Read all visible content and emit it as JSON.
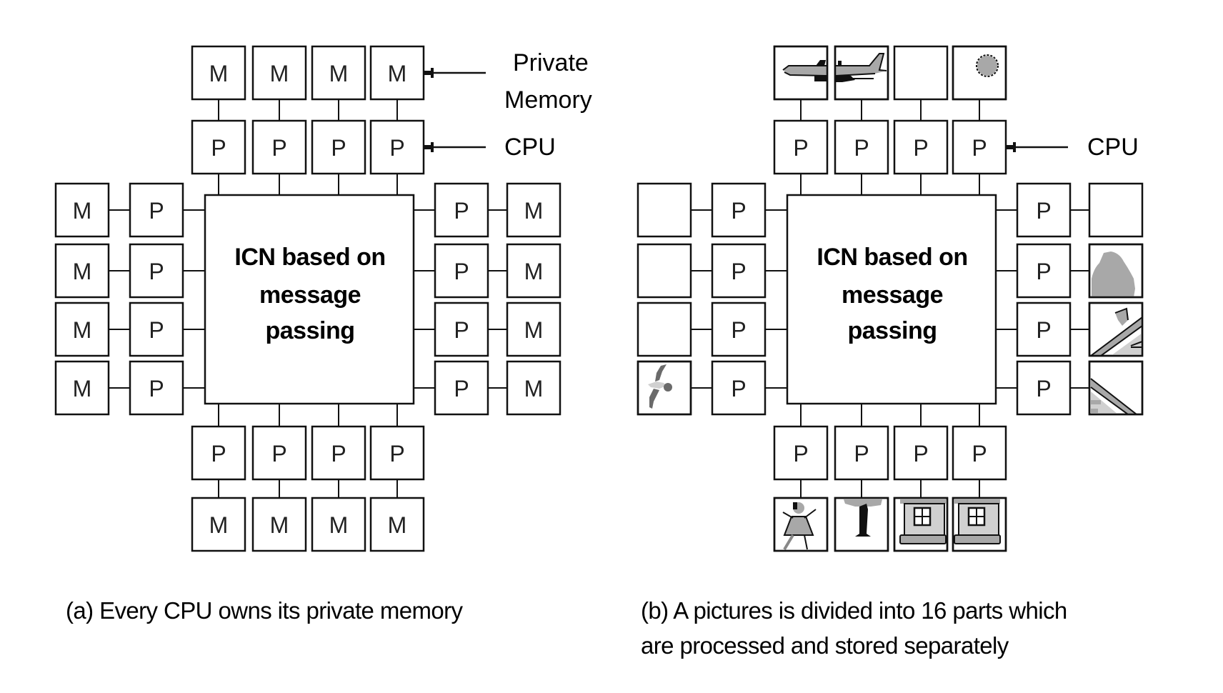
{
  "figure": {
    "panels": [
      {
        "id": "a",
        "icn_label": [
          "ICN based on",
          "message",
          "passing"
        ],
        "processor_label": "P",
        "memory_label": "M",
        "caption": [
          "(a) Every CPU owns its private memory"
        ],
        "annotations": [
          {
            "text": [
              "Private",
              "Memory"
            ],
            "points_to": "memory"
          },
          {
            "text": [
              "CPU"
            ],
            "points_to": "processor"
          }
        ],
        "memory_contents": {
          "top": [
            "M",
            "M",
            "M",
            "M"
          ],
          "left": [
            "M",
            "M",
            "M",
            "M"
          ],
          "right": [
            "M",
            "M",
            "M",
            "M"
          ],
          "bottom": [
            "M",
            "M",
            "M",
            "M"
          ]
        }
      },
      {
        "id": "b",
        "icn_label": [
          "ICN based on",
          "message",
          "passing"
        ],
        "processor_label": "P",
        "memory_label": "",
        "caption": [
          "(b) A pictures is divided into 16 parts which",
          "are processed and stored separately"
        ],
        "annotations": [
          {
            "text": [
              "CPU"
            ],
            "points_to": "processor"
          }
        ],
        "memory_contents": {
          "top": [
            "airplane-left-fragment",
            "airplane-right-fragment",
            "empty",
            "sun-fragment"
          ],
          "left": [
            "empty",
            "empty",
            "empty",
            "bird-fragment"
          ],
          "right": [
            "empty",
            "tree-crown-fragment",
            "roof-fragment",
            "road-fragment"
          ],
          "bottom": [
            "girl-fragment",
            "tree-trunk-fragment",
            "house-left-fragment",
            "house-right-fragment"
          ]
        }
      }
    ]
  }
}
